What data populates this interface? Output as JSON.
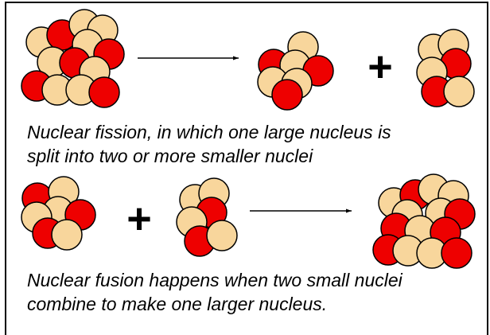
{
  "colors": {
    "proton": "#ee0000",
    "neutron": "#f8d69c",
    "outline": "#000000",
    "background": "#ffffff"
  },
  "fission": {
    "caption_lines": [
      "Nuclear fission, in which one large nucleus is",
      "split into two or more smaller nuclei"
    ],
    "operator": "+"
  },
  "fusion": {
    "caption_lines": [
      "Nuclear fusion happens when two small nuclei",
      "combine to make one larger nucleus."
    ],
    "operator": "+"
  }
}
